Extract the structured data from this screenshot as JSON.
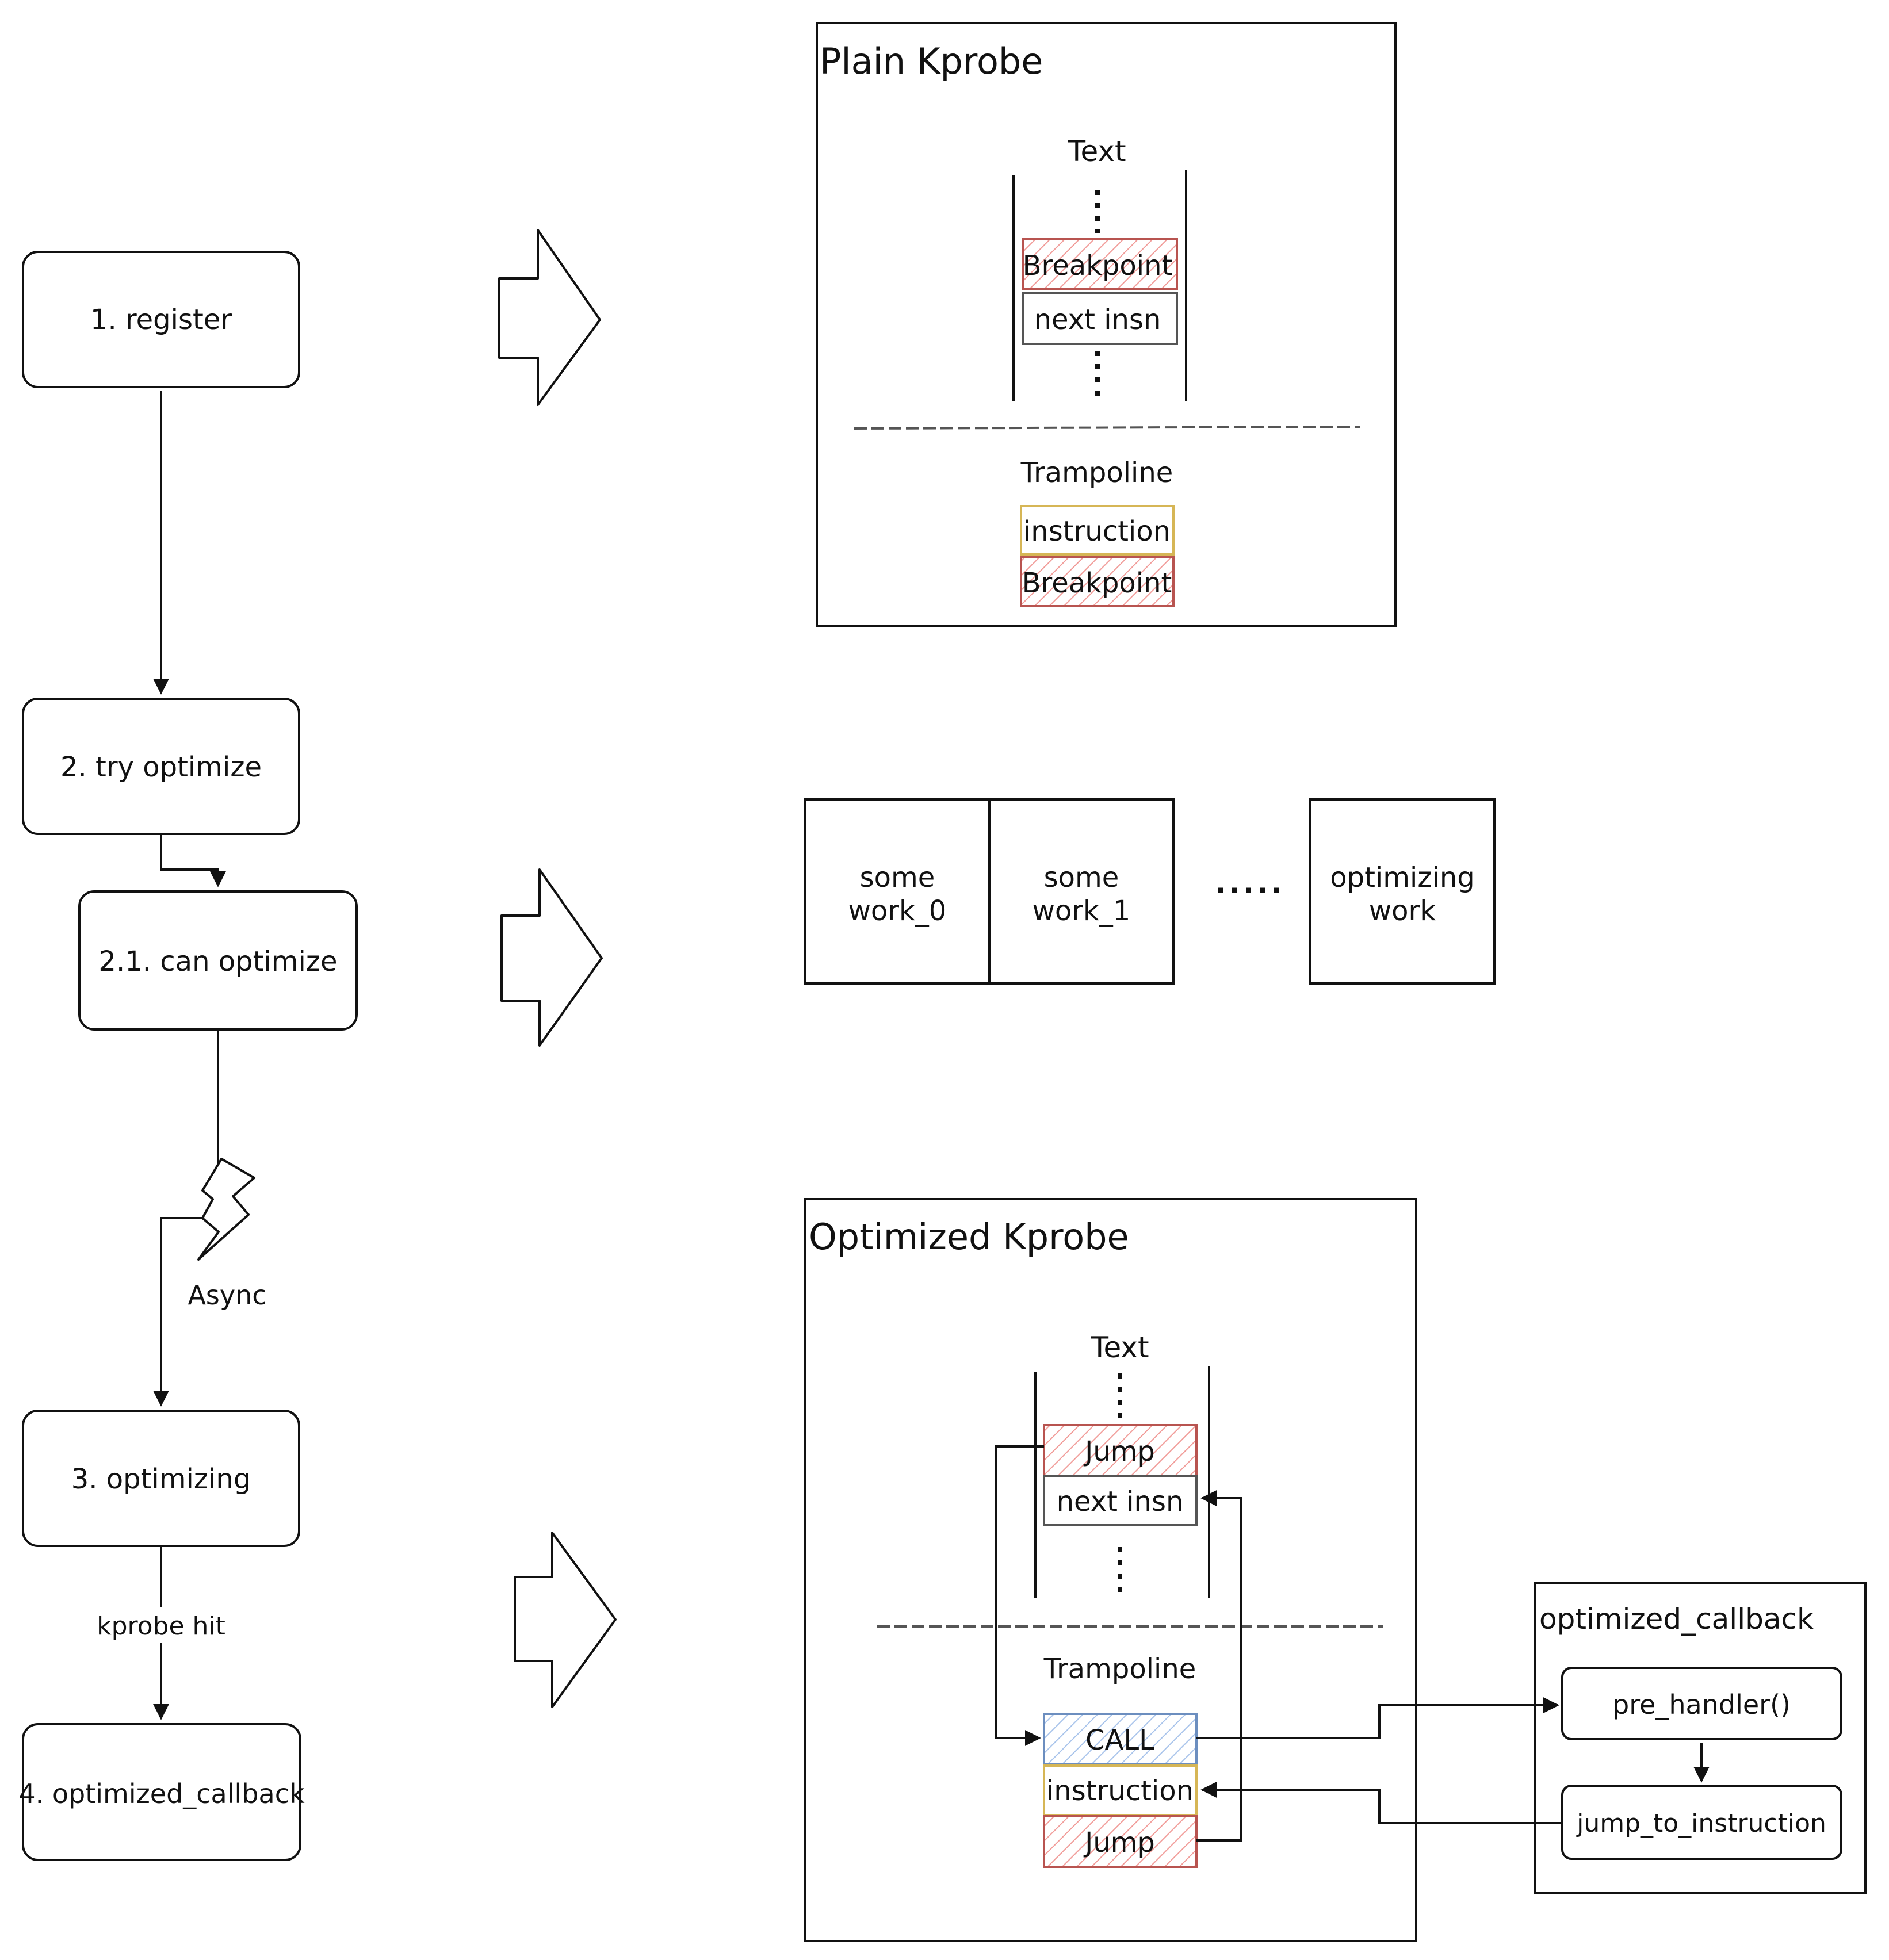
{
  "flow_steps": {
    "register": "1. register",
    "try_optimize": "2. try optimize",
    "can_optimize": "2.1. can optimize",
    "optimizing": "3. optimizing",
    "optimized_callback": "4. optimized_callback"
  },
  "edge_labels": {
    "async": "Async",
    "kprobe_hit": "kprobe hit"
  },
  "plain_kprobe": {
    "title": "Plain Kprobe",
    "text_label": "Text",
    "breakpoint": "Breakpoint",
    "next_insn": "next insn",
    "trampoline_label": "Trampoline",
    "tramp_instruction": "instruction",
    "tramp_breakpoint": "Breakpoint"
  },
  "work_queue": {
    "work0": [
      "some",
      "work_0"
    ],
    "work1": [
      "some",
      "work_1"
    ],
    "optimizing": [
      "optimizing",
      "work"
    ]
  },
  "optimized_kprobe": {
    "title": "Optimized Kprobe",
    "text_label": "Text",
    "jump": "Jump",
    "next_insn": "next insn",
    "trampoline_label": "Trampoline",
    "call": "CALL",
    "instruction": "instruction",
    "tramp_jump": "Jump"
  },
  "callback_box": {
    "title": "optimized_callback",
    "pre_handler": "pre_handler()",
    "jump_to_instruction": "jump_to_instruction"
  },
  "colors": {
    "stroke": "#111111",
    "red_border": "#b85450",
    "red_hatch": "#f19c99",
    "yellow_border": "#d6b656",
    "blue_border": "#6c8ebf",
    "blue_hatch": "#a9c4eb",
    "gray_border": "#555555",
    "dashed_line": "#555555"
  }
}
